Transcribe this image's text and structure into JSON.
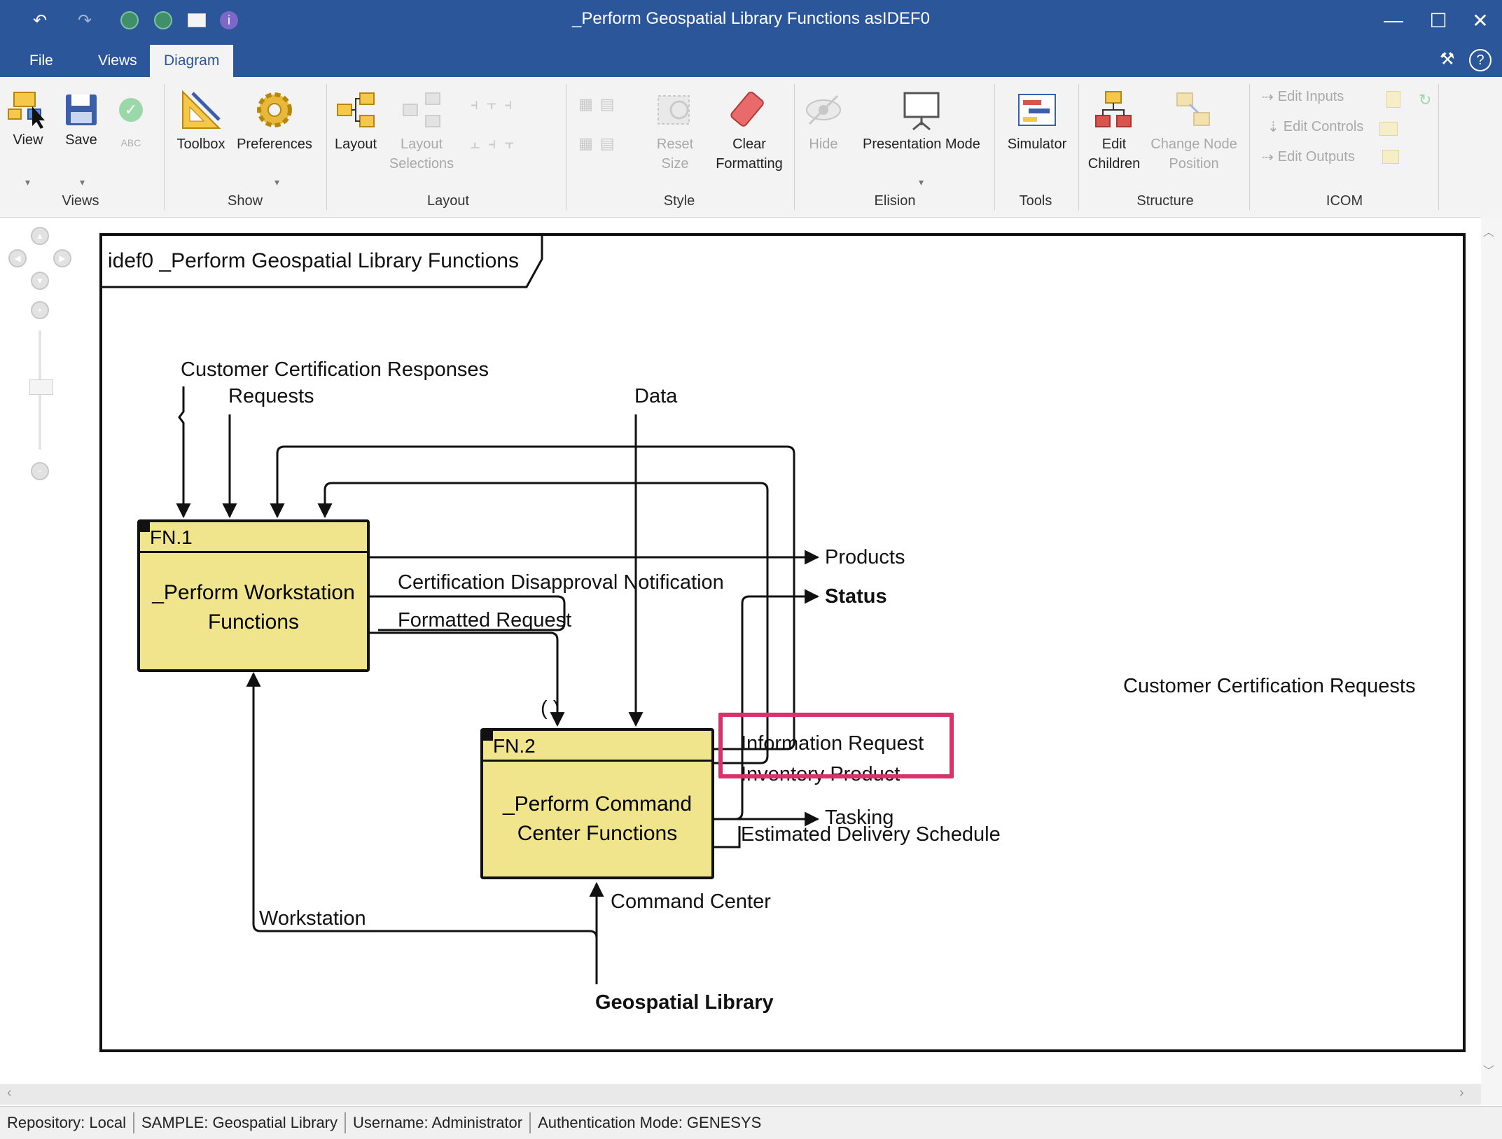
{
  "window": {
    "title": "_Perform Geospatial Library Functions asIDEF0",
    "controls": {
      "minimize": "—",
      "maximize": "☐",
      "close": "✕"
    }
  },
  "menu": {
    "tabs": [
      {
        "label": "File"
      },
      {
        "label": "Views"
      },
      {
        "label": "Diagram"
      }
    ]
  },
  "ribbon": {
    "views": {
      "label": "Views",
      "view": "View",
      "save": "Save"
    },
    "show": {
      "label": "Show",
      "toolbox": "Toolbox",
      "preferences": "Preferences"
    },
    "layout": {
      "label": "Layout",
      "layout": "Layout",
      "layout_selections_1": "Layout",
      "layout_selections_2": "Selections"
    },
    "style": {
      "label": "Style",
      "reset_1": "Reset",
      "reset_2": "Size",
      "clear_1": "Clear",
      "clear_2": "Formatting"
    },
    "elision": {
      "label": "Elision",
      "hide": "Hide",
      "presentation": "Presentation Mode"
    },
    "tools": {
      "label": "Tools",
      "simulator": "Simulator"
    },
    "structure": {
      "label": "Structure",
      "edit_children_1": "Edit",
      "edit_children_2": "Children",
      "change_node_1": "Change Node",
      "change_node_2": "Position"
    },
    "icom": {
      "label": "ICOM",
      "edit_inputs": "Edit Inputs",
      "edit_controls": "Edit Controls",
      "edit_outputs": "Edit Outputs"
    }
  },
  "diagram": {
    "frame_title": "idef0 _Perform Geospatial Library Functions",
    "fn1": {
      "id": "FN.1",
      "line1": "_Perform Workstation",
      "line2": "Functions"
    },
    "fn2": {
      "id": "FN.2",
      "line1": "_Perform Command",
      "line2": "Center Functions"
    },
    "labels": {
      "customer_cert_responses": "Customer Certification Responses",
      "requests": "Requests",
      "data": "Data",
      "products": "Products",
      "status": "Status",
      "cert_disapproval": "Certification Disapproval Notification",
      "formatted_request": "Formatted Request",
      "tunnel": "( )",
      "info_request": "Information Request",
      "inventory_product": "Inventory Product",
      "tasking": "Tasking",
      "est_delivery": "Estimated Delivery Schedule",
      "command_center": "Command Center",
      "workstation": "Workstation",
      "geospatial_library": "Geospatial Library",
      "customer_cert_requests": "Customer Certification Requests"
    },
    "colors": {
      "box_fill": "#f0e58c",
      "highlight": "#d6336c"
    }
  },
  "status_bar": {
    "repository": "Repository: Local",
    "sample": "SAMPLE: Geospatial Library",
    "username": "Username: Administrator",
    "auth": "Authentication Mode: GENESYS"
  }
}
